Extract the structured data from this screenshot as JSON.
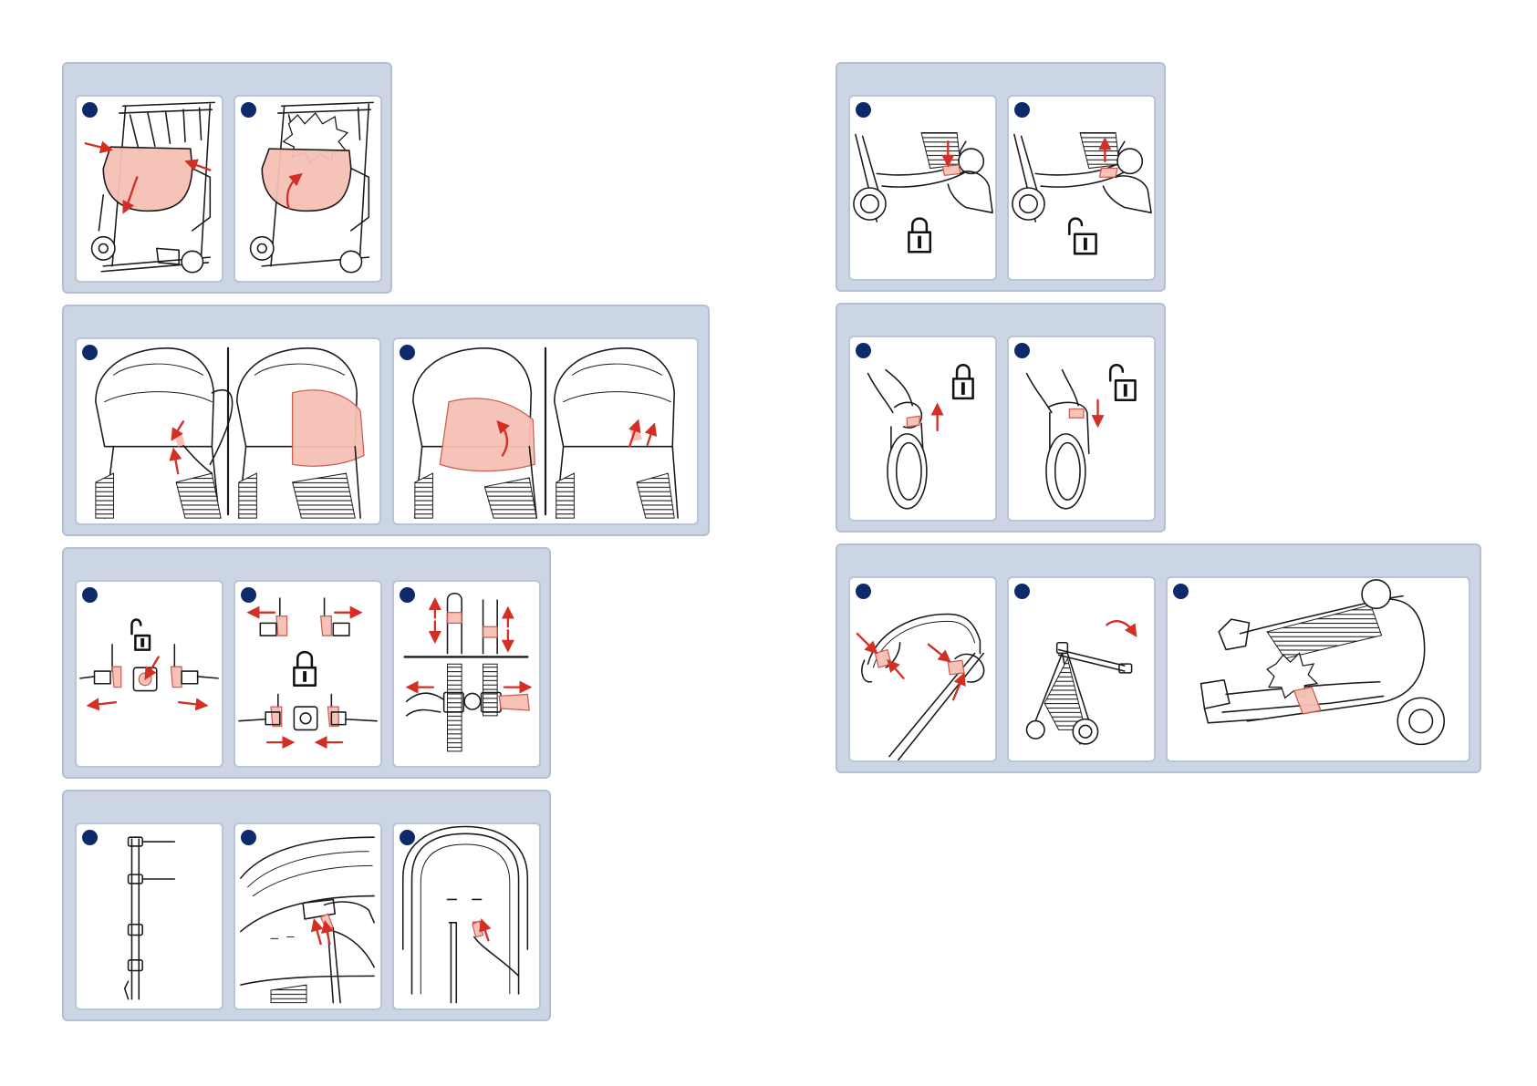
{
  "colors": {
    "panel_bg": "#ccd5e4",
    "panel_border": "#b3bfd4",
    "card_bg": "#ffffff",
    "step_marker": "#0d2a6b",
    "highlight_pink": "#f6c0b6",
    "arrow_red": "#d32f24"
  },
  "icons": {
    "locked": "padlock-closed-icon",
    "unlocked": "padlock-open-icon",
    "step_marker": "step-number-dot-icon",
    "motion_arrow": "red-arrow-icon"
  },
  "sections": [
    {
      "name": "bumper-bar-removal",
      "steps": 2,
      "illustrations": [
        "bumper-bar-front-cover-release",
        "bumper-bar-front-cover-flip-up-click"
      ]
    },
    {
      "name": "seat-footrest-cover",
      "steps": 2,
      "illustrations": [
        "footrest-cover-clip-release",
        "footrest-cover-folded-over-canopy"
      ]
    },
    {
      "name": "harness-buckle",
      "steps": 3,
      "illustrations": [
        "buckle-press-release",
        "buckle-insert-lock",
        "shoulder-strap-height-adjust"
      ]
    },
    {
      "name": "harness-strap-length",
      "steps": 3,
      "illustrations": [
        "strap-with-buckles-diagram",
        "strap-threading-behind-seat",
        "strap-slot-insertion"
      ]
    },
    {
      "name": "rear-brake",
      "steps": 2,
      "illustrations": [
        "brake-pedal-press-locked",
        "brake-pedal-lift-unlocked"
      ]
    },
    {
      "name": "front-swivel-wheel",
      "steps": 2,
      "illustrations": [
        "swivel-lock-up-locked",
        "swivel-lock-down-unlocked"
      ]
    },
    {
      "name": "fold-stroller",
      "steps": 3,
      "illustrations": [
        "handle-fold-buttons-squeeze",
        "handlebar-rotate-forward",
        "folded-stroller-click"
      ]
    }
  ]
}
